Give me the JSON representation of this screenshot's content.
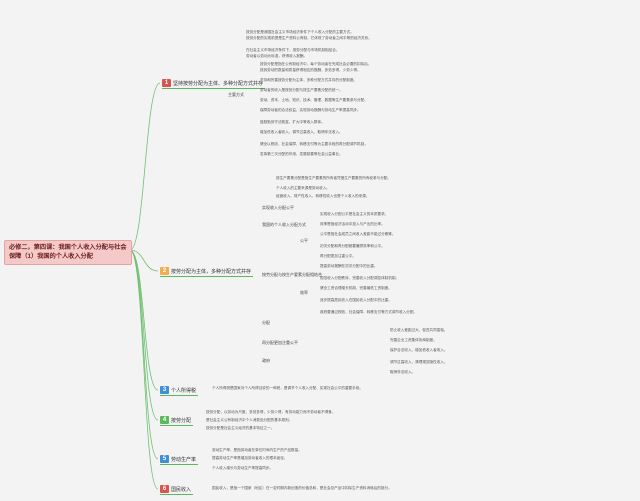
{
  "root": {
    "title": "必修二，第四课：我国个人收入分配与社会保障（1）我国的个人收入分配"
  },
  "branches": [
    {
      "num": "1",
      "label": "坚持按劳分配为主体、多种分配方式并存",
      "num_color": "#d9534f"
    },
    {
      "num": "2",
      "label": "按劳分配为主体，多种分配方式并存",
      "num_color": "#f0ad4e"
    },
    {
      "num": "3",
      "label": "个人所得税",
      "num_color": "#3d8fd6"
    },
    {
      "num": "4",
      "label": "按劳分配",
      "num_color": "#5cb85c"
    },
    {
      "num": "5",
      "label": "劳动生产率",
      "num_color": "#3d8fd6"
    },
    {
      "num": "6",
      "label": "国民收入",
      "num_color": "#d9534f"
    }
  ],
  "sub_labels": {
    "b1_main": "主要方式",
    "b2_a": "实现收入分配公平",
    "b2_b": "我国的个人收入分配方式",
    "b2_c": "按劳分配与按生产要素分配相结合",
    "b2_d": "分配",
    "b2_e": "公平",
    "b2_f": "效率",
    "b2_g": "政府",
    "b2_h": "再分配更加注重公平"
  },
  "leaves_b1": [
    "按劳分配是我国社会主义市场经济条件下个人收入分配的主要方式。",
    "按劳分配的实现前提是生产资料公有制，它体现了劳动者之间平等的经济关系。",
    "在社会主义市场经济条件下，按劳分配与市场机制相结合。",
    "劳动者以劳动为标准，获得收入报酬。",
    "按劳分配是指在公有制经济中，每个劳动者在完成社会必要的扣除后，",
    "按其劳动的数量和质量获得相应的报酬，多劳多得，少劳少得。",
    "坚持和完善按劳分配为主体，多种分配方式并存的分配制度。",
    "劳动者的收入是按劳分配与按生产要素分配的统一。",
    "劳动、资本、土地、知识、技术、管理、数据等生产要素参与分配。",
    "保障劳动者的合法权益，实现劳动报酬与劳动生产率提高同步。",
    "鼓励勤劳守法致富，扩大中等收入群体。",
    "增加低收入者收入，调节过高收入，取缔非法收入。",
    "健全以税收、社会保障、转移支付等为主要手段的再分配调节机制。",
    "发挥第三次分配的作用，发展慈善等社会公益事业。"
  ],
  "leaves_b2": [
    "按生产要素分配是指生产要素的所有者凭借生产要素的所有权参与分配。",
    "个人收入的主要来源是劳动收入。",
    "经营收入、财产性收入、转移性收入也是个人收入的来源。",
    "实现收入分配公平是社会主义的本质要求。",
    "效率是指经济活动中投入与产出的比率。",
    "公平是指社会成员之间收入差距不能过分悬殊。",
    "初次分配和再分配都要兼顾效率和公平。",
    "再分配更加注重公平。",
    "提高劳动报酬在初次分配中的比重。",
    "规范收入分配秩序，完善收入分配调控体制机制。",
    "健全工资合理增长机制，完善最低工资制度。",
    "逐步提高居民收入在国民收入分配中的比重。",
    "政府要通过税收、社会保障、转移支付等方式调节收入分配。",
    "防止收入差距过大，促进共同富裕。",
    "完善企业工资集体协商制度。",
    "保护合法收入，增加低收入者收入。",
    "调节过高收入，清理规范隐性收入。",
    "取缔非法收入。"
  ],
  "leaves_b3": [
    "个人所得税是国家对个人所得征收的一种税，是调节个人收入分配、实现社会公平的重要手段。"
  ],
  "leaves_b4": [
    "按劳分配，以劳动为尺度，多劳多得，少劳少得，有劳动能力而不劳动者不得食。",
    "是社会主义公有制经济中个人消费品分配的基本原则。",
    "按劳分配是社会主义经济的基本特征之一。"
  ],
  "leaves_b5": [
    "劳动生产率，是指劳动者在单位时间内生产的产品数量。",
    "提高劳动生产率是增加劳动者收入的根本途径。",
    "个人收入增长与劳动生产率提高同步。"
  ],
  "leaves_b6": [
    "国民收入，是指一个国家（地区）在一定时期内新创造的价值总和，是社会总产品中扣除生产资料消耗后的部分。"
  ]
}
